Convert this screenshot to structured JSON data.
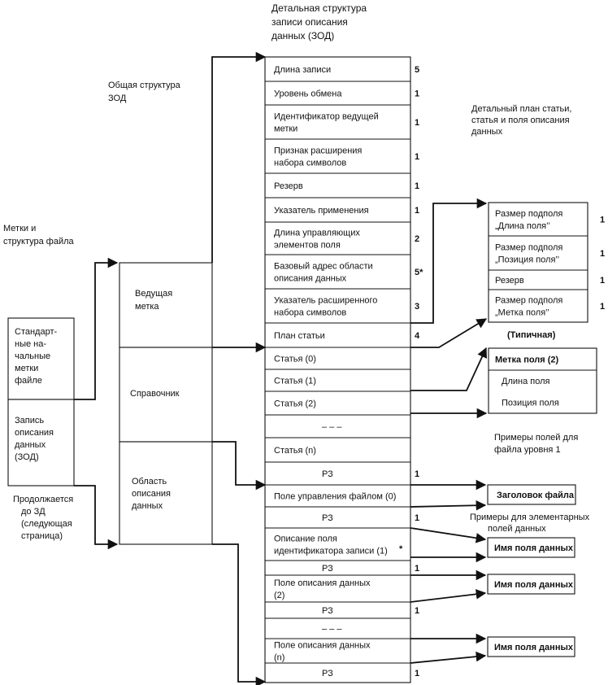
{
  "headings": {
    "detail_structure": [
      "Детальная структура",
      "записи описания",
      "данных (ЗОД)"
    ],
    "general_structure": [
      "Общая структура",
      "ЗОД"
    ],
    "labels_file": [
      "Метки и",
      "структура файла"
    ],
    "plan_detail": [
      "Детальный план статьи,",
      "статья и поля описания",
      "данных"
    ],
    "typical": "(Типичная)",
    "level1_examples": [
      "Примеры полей для",
      "файла уровня 1"
    ],
    "elem_examples": [
      "Примеры для элементарных",
      "полей данных"
    ]
  },
  "file_boxes": {
    "standard_labels": [
      "Стандарт-",
      "ные на-",
      "чальные",
      "метки",
      "файле"
    ],
    "data_desc_record": [
      "Запись",
      "описания",
      "данных",
      "(ЗОД)"
    ],
    "continues": [
      "Продолжается",
      "до ЗД",
      "(следующая",
      "страница)"
    ]
  },
  "general_boxes": {
    "leader": [
      "Ведущая",
      "метка"
    ],
    "directory": "Справочник",
    "data_area": [
      "Область",
      "описания",
      "данных"
    ]
  },
  "detail_rows": [
    {
      "label": [
        "Длина записи"
      ],
      "value": "5"
    },
    {
      "label": [
        "Уровень обмена"
      ],
      "value": "1"
    },
    {
      "label": [
        "Идентификатор ведущей",
        "метки"
      ],
      "value": "1"
    },
    {
      "label": [
        "Признак расширения",
        "набора символов"
      ],
      "value": "1"
    },
    {
      "label": [
        "Резерв"
      ],
      "value": "1"
    },
    {
      "label": [
        "Указатель применения"
      ],
      "value": "1"
    },
    {
      "label": [
        "Длина управляющих",
        "элементов поля"
      ],
      "value": "2"
    },
    {
      "label": [
        "Базовый адрес области",
        "описания данных"
      ],
      "value": "5*"
    },
    {
      "label": [
        "Указатель расширенного",
        "набора символов"
      ],
      "value": "3"
    },
    {
      "label": [
        "План статьи"
      ],
      "value": "4"
    },
    {
      "label": [
        "Статья  (0)"
      ],
      "value": ""
    },
    {
      "label": [
        "Статья  (1)"
      ],
      "value": ""
    },
    {
      "label": [
        "Статья  (2)"
      ],
      "value": ""
    },
    {
      "label": [
        "– – –"
      ],
      "value": ""
    },
    {
      "label": [
        "Статья  (n)"
      ],
      "value": ""
    },
    {
      "label": [
        "РЗ"
      ],
      "value": "1"
    },
    {
      "label": [
        "Поле управления файлом  (0)"
      ],
      "value": ""
    },
    {
      "label": [
        "РЗ"
      ],
      "value": "1"
    },
    {
      "label": [
        "Описание поля",
        "идентификатора записи  (1)"
      ],
      "value": ""
    },
    {
      "label": [
        "РЗ"
      ],
      "value": "1"
    },
    {
      "label": [
        "Поле описания данных",
        "(2)"
      ],
      "value": ""
    },
    {
      "label": [
        "РЗ"
      ],
      "value": "1"
    },
    {
      "label": [
        "– – –"
      ],
      "value": ""
    },
    {
      "label": [
        "Поле описания данных",
        "(n)"
      ],
      "value": ""
    },
    {
      "label": [
        "РЗ"
      ],
      "value": "1"
    }
  ],
  "star_note": "*",
  "plan_rows": [
    {
      "label": [
        "Размер подполя",
        "„Длина поля’’"
      ],
      "value": "1"
    },
    {
      "label": [
        "Размер подполя",
        "„Позиция поля’’"
      ],
      "value": "1"
    },
    {
      "label": [
        "Резерв"
      ],
      "value": "1"
    },
    {
      "label": [
        "Размер подполя",
        "„Метка поля’’"
      ],
      "value": "1"
    }
  ],
  "entry_rows": [
    "Метка поля  (2)",
    "Длина поля",
    "Позиция поля"
  ],
  "examples": {
    "file_header": "Заголовок файла",
    "data_field_name": "Имя поля данных"
  }
}
